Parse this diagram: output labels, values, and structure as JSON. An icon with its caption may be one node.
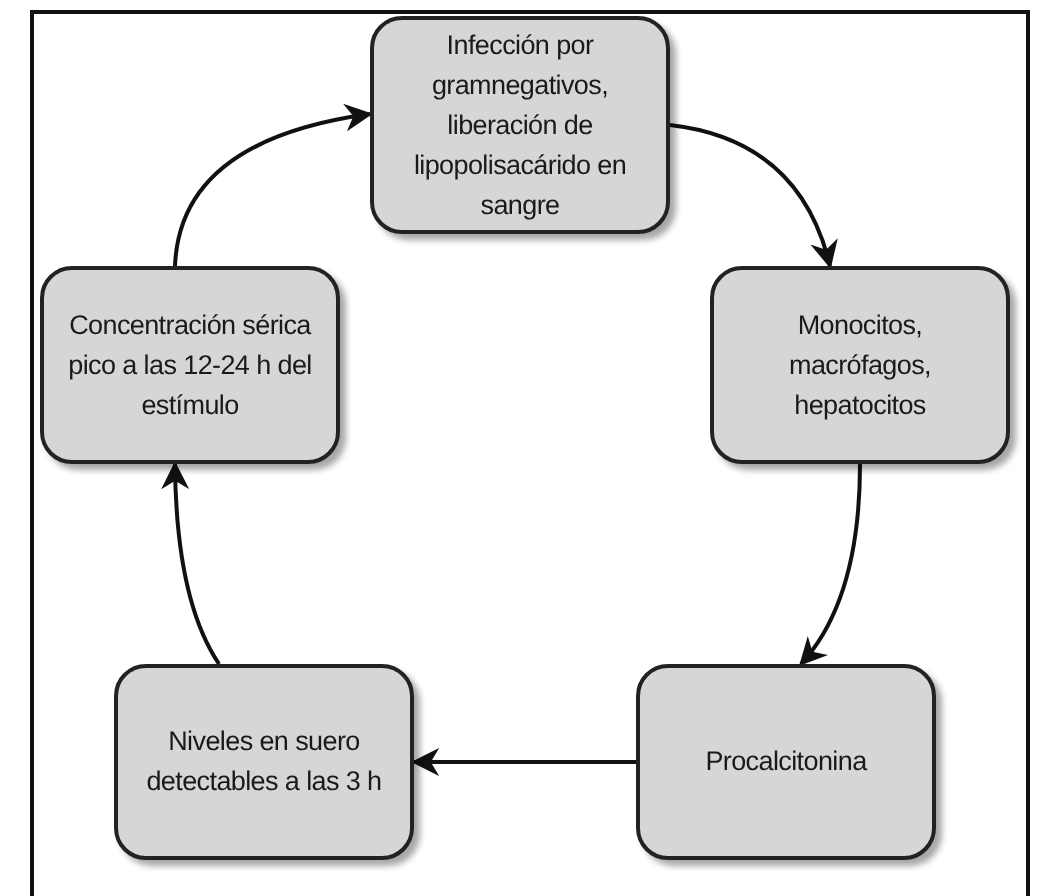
{
  "diagram": {
    "nodes": [
      {
        "text": [
          "Infección por gramnegativos, liberación de lipopolisacárido en sangre"
        ]
      },
      {
        "text": [
          "Monocitos, macrófagos, hepatocitos"
        ]
      },
      {
        "text": [
          "Procalcitonina"
        ]
      },
      {
        "text": [
          "Niveles en suero detectables a las 3 h"
        ]
      },
      {
        "text": [
          "Concentración sérica pico a las 12-24 h del estímulo"
        ]
      }
    ],
    "edges": [
      {
        "from": 0,
        "to": 1,
        "arrow": "to"
      },
      {
        "from": 1,
        "to": 2,
        "arrow": "to"
      },
      {
        "from": 2,
        "to": 3,
        "arrow": "to"
      },
      {
        "from": 3,
        "to": 4,
        "arrow": "to"
      },
      {
        "from": 4,
        "to": 0,
        "arrow": "to"
      }
    ]
  }
}
